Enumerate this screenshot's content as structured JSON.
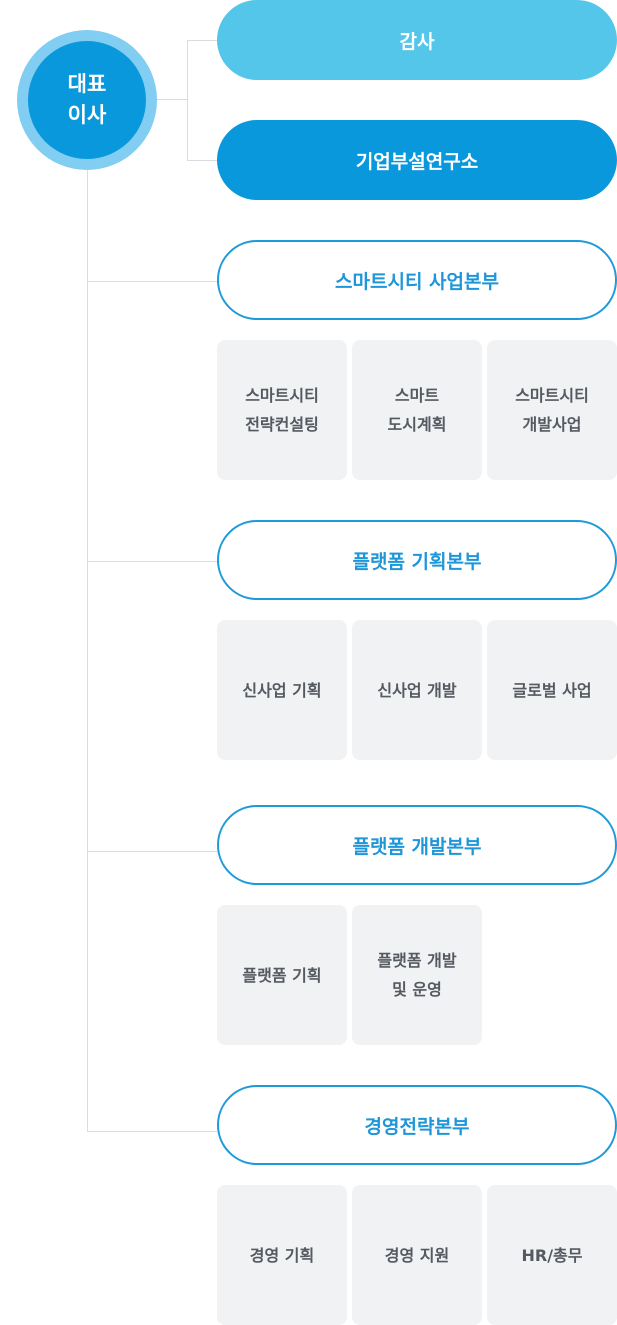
{
  "ceo": {
    "line1": "대표",
    "line2": "이사"
  },
  "top_units": [
    {
      "label": "감사"
    },
    {
      "label": "기업부설연구소"
    }
  ],
  "divisions": [
    {
      "title": "스마트시티 사업본부",
      "teams": [
        "스마트시티\n전략컨설팅",
        "스마트\n도시계획",
        "스마트시티\n개발사업"
      ]
    },
    {
      "title": "플랫폼 기획본부",
      "teams": [
        "신사업 기획",
        "신사업 개발",
        "글로벌 사업"
      ]
    },
    {
      "title": "플랫폼 개발본부",
      "teams": [
        "플랫폼 기획",
        "플랫폼 개발\n및 운영"
      ]
    },
    {
      "title": "경영전략본부",
      "teams": [
        "경영 기획",
        "경영 지원",
        "HR/총무"
      ]
    }
  ],
  "colors": {
    "primary": "#0a98dd",
    "light": "#54c6ea",
    "ring": "#82cdf2",
    "box_bg": "#f1f2f4",
    "line": "#d9dde2"
  }
}
